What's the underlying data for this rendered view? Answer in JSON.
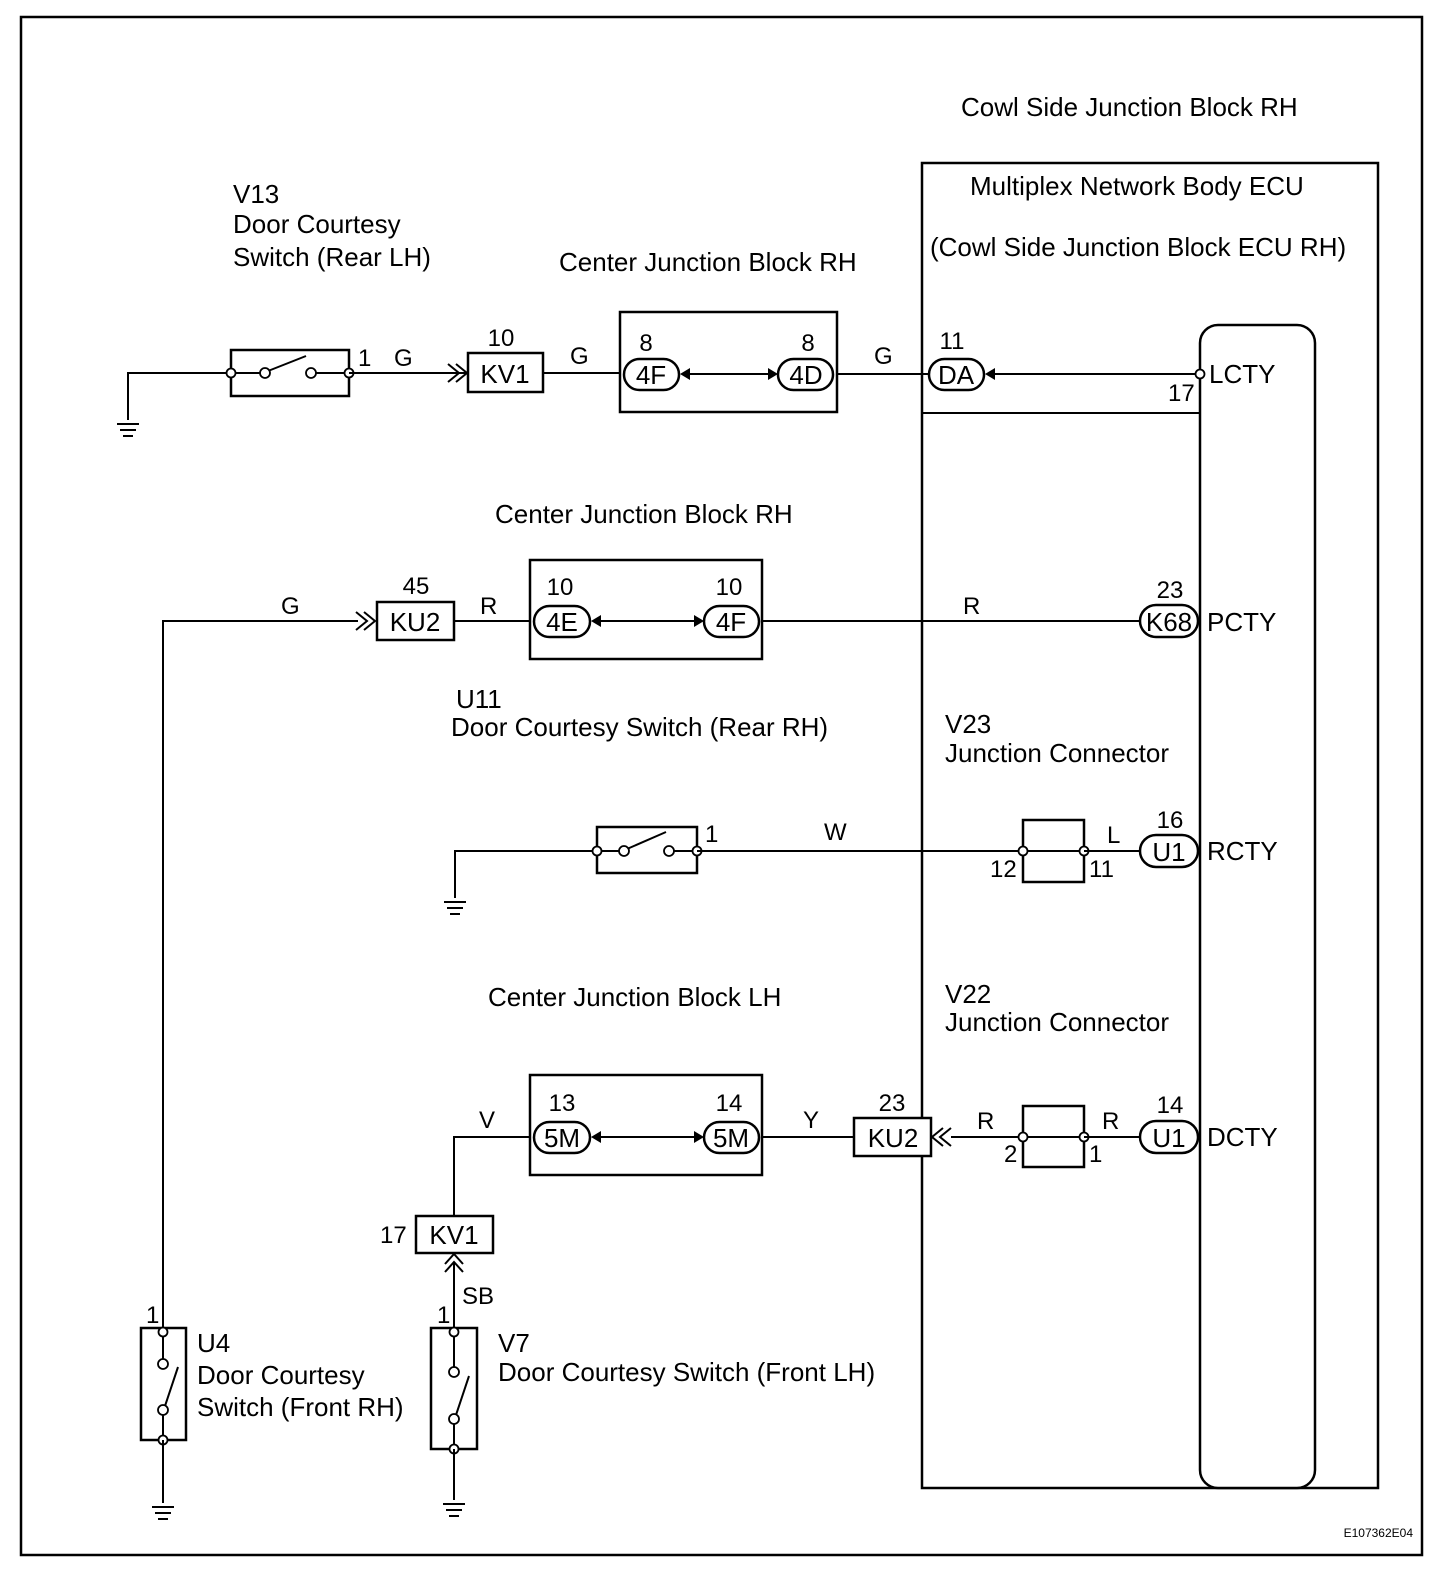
{
  "labels": {
    "cowl_block_title": "Cowl Side Junction Block RH",
    "ecu_title": "Multiplex Network Body ECU",
    "ecu_subtitle": "(Cowl Side Junction Block ECU RH)",
    "cjb_rh_top": "Center Junction Block RH",
    "cjb_rh_mid": "Center Junction Block RH",
    "cjb_lh": "Center Junction Block LH",
    "figure_id": "E107362E04"
  },
  "components": {
    "v13": {
      "code": "V13",
      "name_line1": "Door Courtesy",
      "name_line2": "Switch (Rear LH)",
      "pin": "1"
    },
    "u11": {
      "code": "U11",
      "name": "Door Courtesy Switch (Rear RH)",
      "pin": "1"
    },
    "v23": {
      "code": "V23",
      "name": "Junction Connector",
      "pin_left": "12",
      "pin_right": "11"
    },
    "v22": {
      "code": "V22",
      "name": "Junction Connector",
      "pin_left": "2",
      "pin_right": "1"
    },
    "u4": {
      "code": "U4",
      "name_line1": "Door Courtesy",
      "name_line2": "Switch (Front RH)",
      "pin": "1"
    },
    "v7": {
      "code": "V7",
      "name": "Door Courtesy Switch (Front LH)",
      "pin": "1"
    }
  },
  "connectors": {
    "kv1_top": {
      "label": "KV1",
      "pin": "10"
    },
    "ku2_mid": {
      "label": "KU2",
      "pin": "45"
    },
    "kv1_bottom": {
      "label": "KV1",
      "pin": "17"
    },
    "ku2_bottom": {
      "label": "KU2",
      "pin": "23"
    },
    "cjb1_left": {
      "label": "4F",
      "pin": "8"
    },
    "cjb1_right": {
      "label": "4D",
      "pin": "8"
    },
    "cjb2_left": {
      "label": "4E",
      "pin": "10"
    },
    "cjb2_right": {
      "label": "4F",
      "pin": "10"
    },
    "cjb3_left": {
      "label": "5M",
      "pin": "13"
    },
    "cjb3_right": {
      "label": "5M",
      "pin": "14"
    },
    "ecu_da": {
      "label": "DA",
      "pin": "11"
    },
    "ecu_k68": {
      "label": "K68",
      "pin": "23"
    },
    "ecu_u1_rcty": {
      "label": "U1",
      "pin": "16"
    },
    "ecu_u1_dcty": {
      "label": "U1",
      "pin": "14"
    }
  },
  "ecu_terminals": {
    "lcty": {
      "name": "LCTY",
      "pin": "17"
    },
    "pcty": {
      "name": "PCTY"
    },
    "rcty": {
      "name": "RCTY"
    },
    "dcty": {
      "name": "DCTY"
    }
  },
  "wire_colors": {
    "v13_out": "G",
    "kv1_to_cjb": "G",
    "cjb_to_ecu_top": "G",
    "u4_to_ku2": "G",
    "ku2_to_cjb": "R",
    "cjb_to_k68": "R",
    "u11_to_v23": "W",
    "v23_to_u1": "L",
    "kv1_to_cjb_lh": "V",
    "cjb_lh_to_ku2": "Y",
    "ku2_to_v22": "R",
    "v22_to_u1": "R",
    "v7_to_kv1": "SB"
  }
}
